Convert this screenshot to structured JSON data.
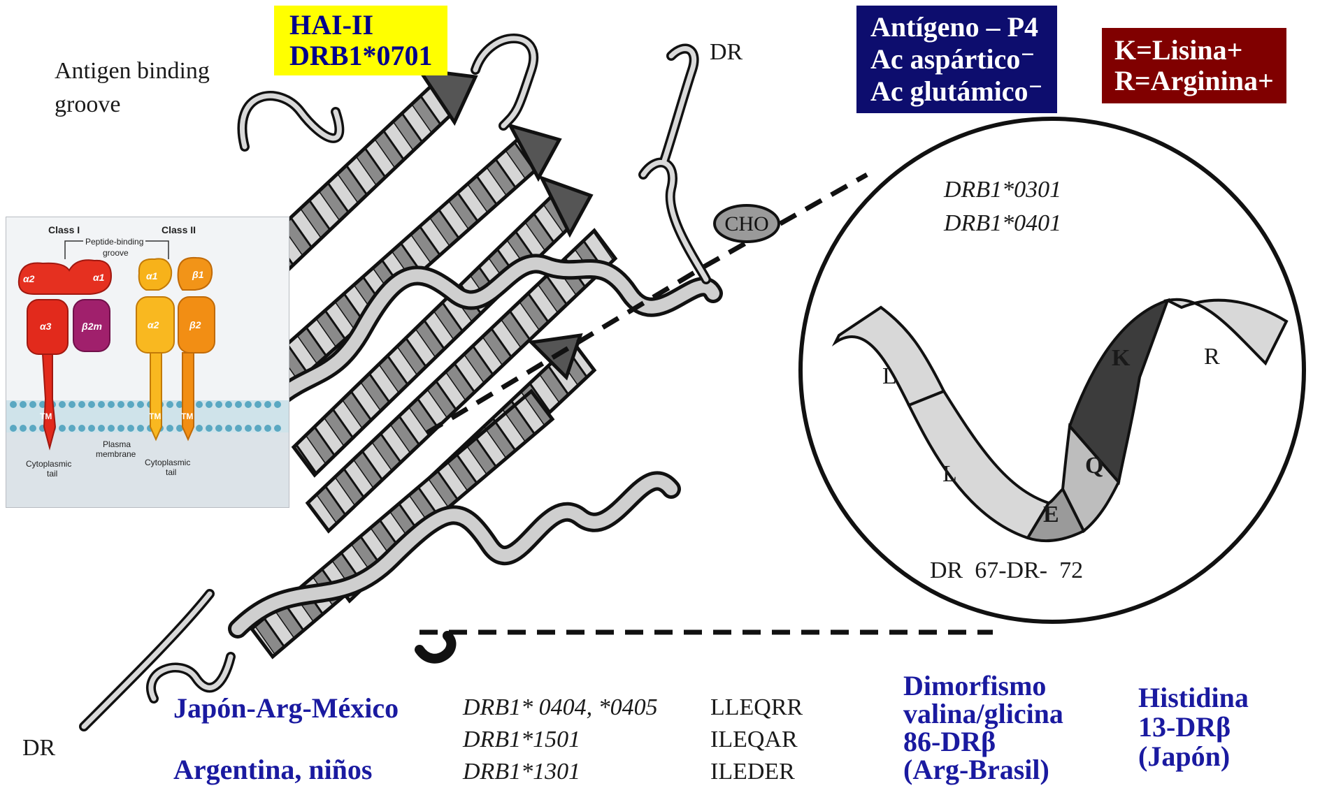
{
  "labels": {
    "antigen_binding_groove": [
      "Antigen binding",
      "groove"
    ],
    "dr_top": "DR",
    "dr_bottom_left": "DR",
    "cho": "CHO",
    "dr_range": "DR  67-DR-  72"
  },
  "boxes": {
    "hai": [
      "HAI-II",
      "DRB1*0701"
    ],
    "antigen": [
      "Antígeno – P4",
      "Ac aspártico⁻",
      "Ac glutámico⁻"
    ],
    "lys_arg": [
      "K=Lisina+",
      "R=Arginina+"
    ]
  },
  "circle": {
    "alleles": [
      "DRB1*0301",
      "DRB1*0401"
    ],
    "residues": [
      "L",
      "L",
      "E",
      "Q",
      "K",
      "R"
    ]
  },
  "inset": {
    "class_i": "Class I",
    "class_ii": "Class II",
    "peptide_binding": "Peptide-binding",
    "groove": "groove",
    "a1": "α1",
    "a2": "α2",
    "a3": "α3",
    "b2m": "β2m",
    "ca1": "α1",
    "cb1": "β1",
    "ca2": "α2",
    "cb2": "β2",
    "tm1": "TM",
    "tm2": "TM",
    "tm3": "TM",
    "plasma": "Plasma",
    "membrane": "membrane",
    "cyto_left": "Cytoplasmic",
    "tail_left": "tail",
    "cyto_right": "Cytoplasmic",
    "tail_right": "tail"
  },
  "bottom": {
    "japon_arg_mexico": "Japón-Arg-México",
    "argentina_ninos": "Argentina, niños",
    "allele_rows": [
      {
        "allele": "DRB1* 0404, *0405",
        "seq": "LLEQRR"
      },
      {
        "allele": "DRB1*1501",
        "seq": "ILEQAR"
      },
      {
        "allele": "DRB1*1301",
        "seq": "ILEDER"
      }
    ],
    "dimorfismo": [
      "Dimorfismo",
      "valina/glicina",
      "86-DRβ",
      "(Arg-Brasil)"
    ],
    "histidina": [
      "Histidina",
      "13-DRβ",
      "(Japón)"
    ]
  },
  "colors": {
    "yellow_box": "#ffff00",
    "navy_box": "#0d0d6e",
    "maroon_box": "#800000",
    "blue_text": "#1a1aa0"
  }
}
